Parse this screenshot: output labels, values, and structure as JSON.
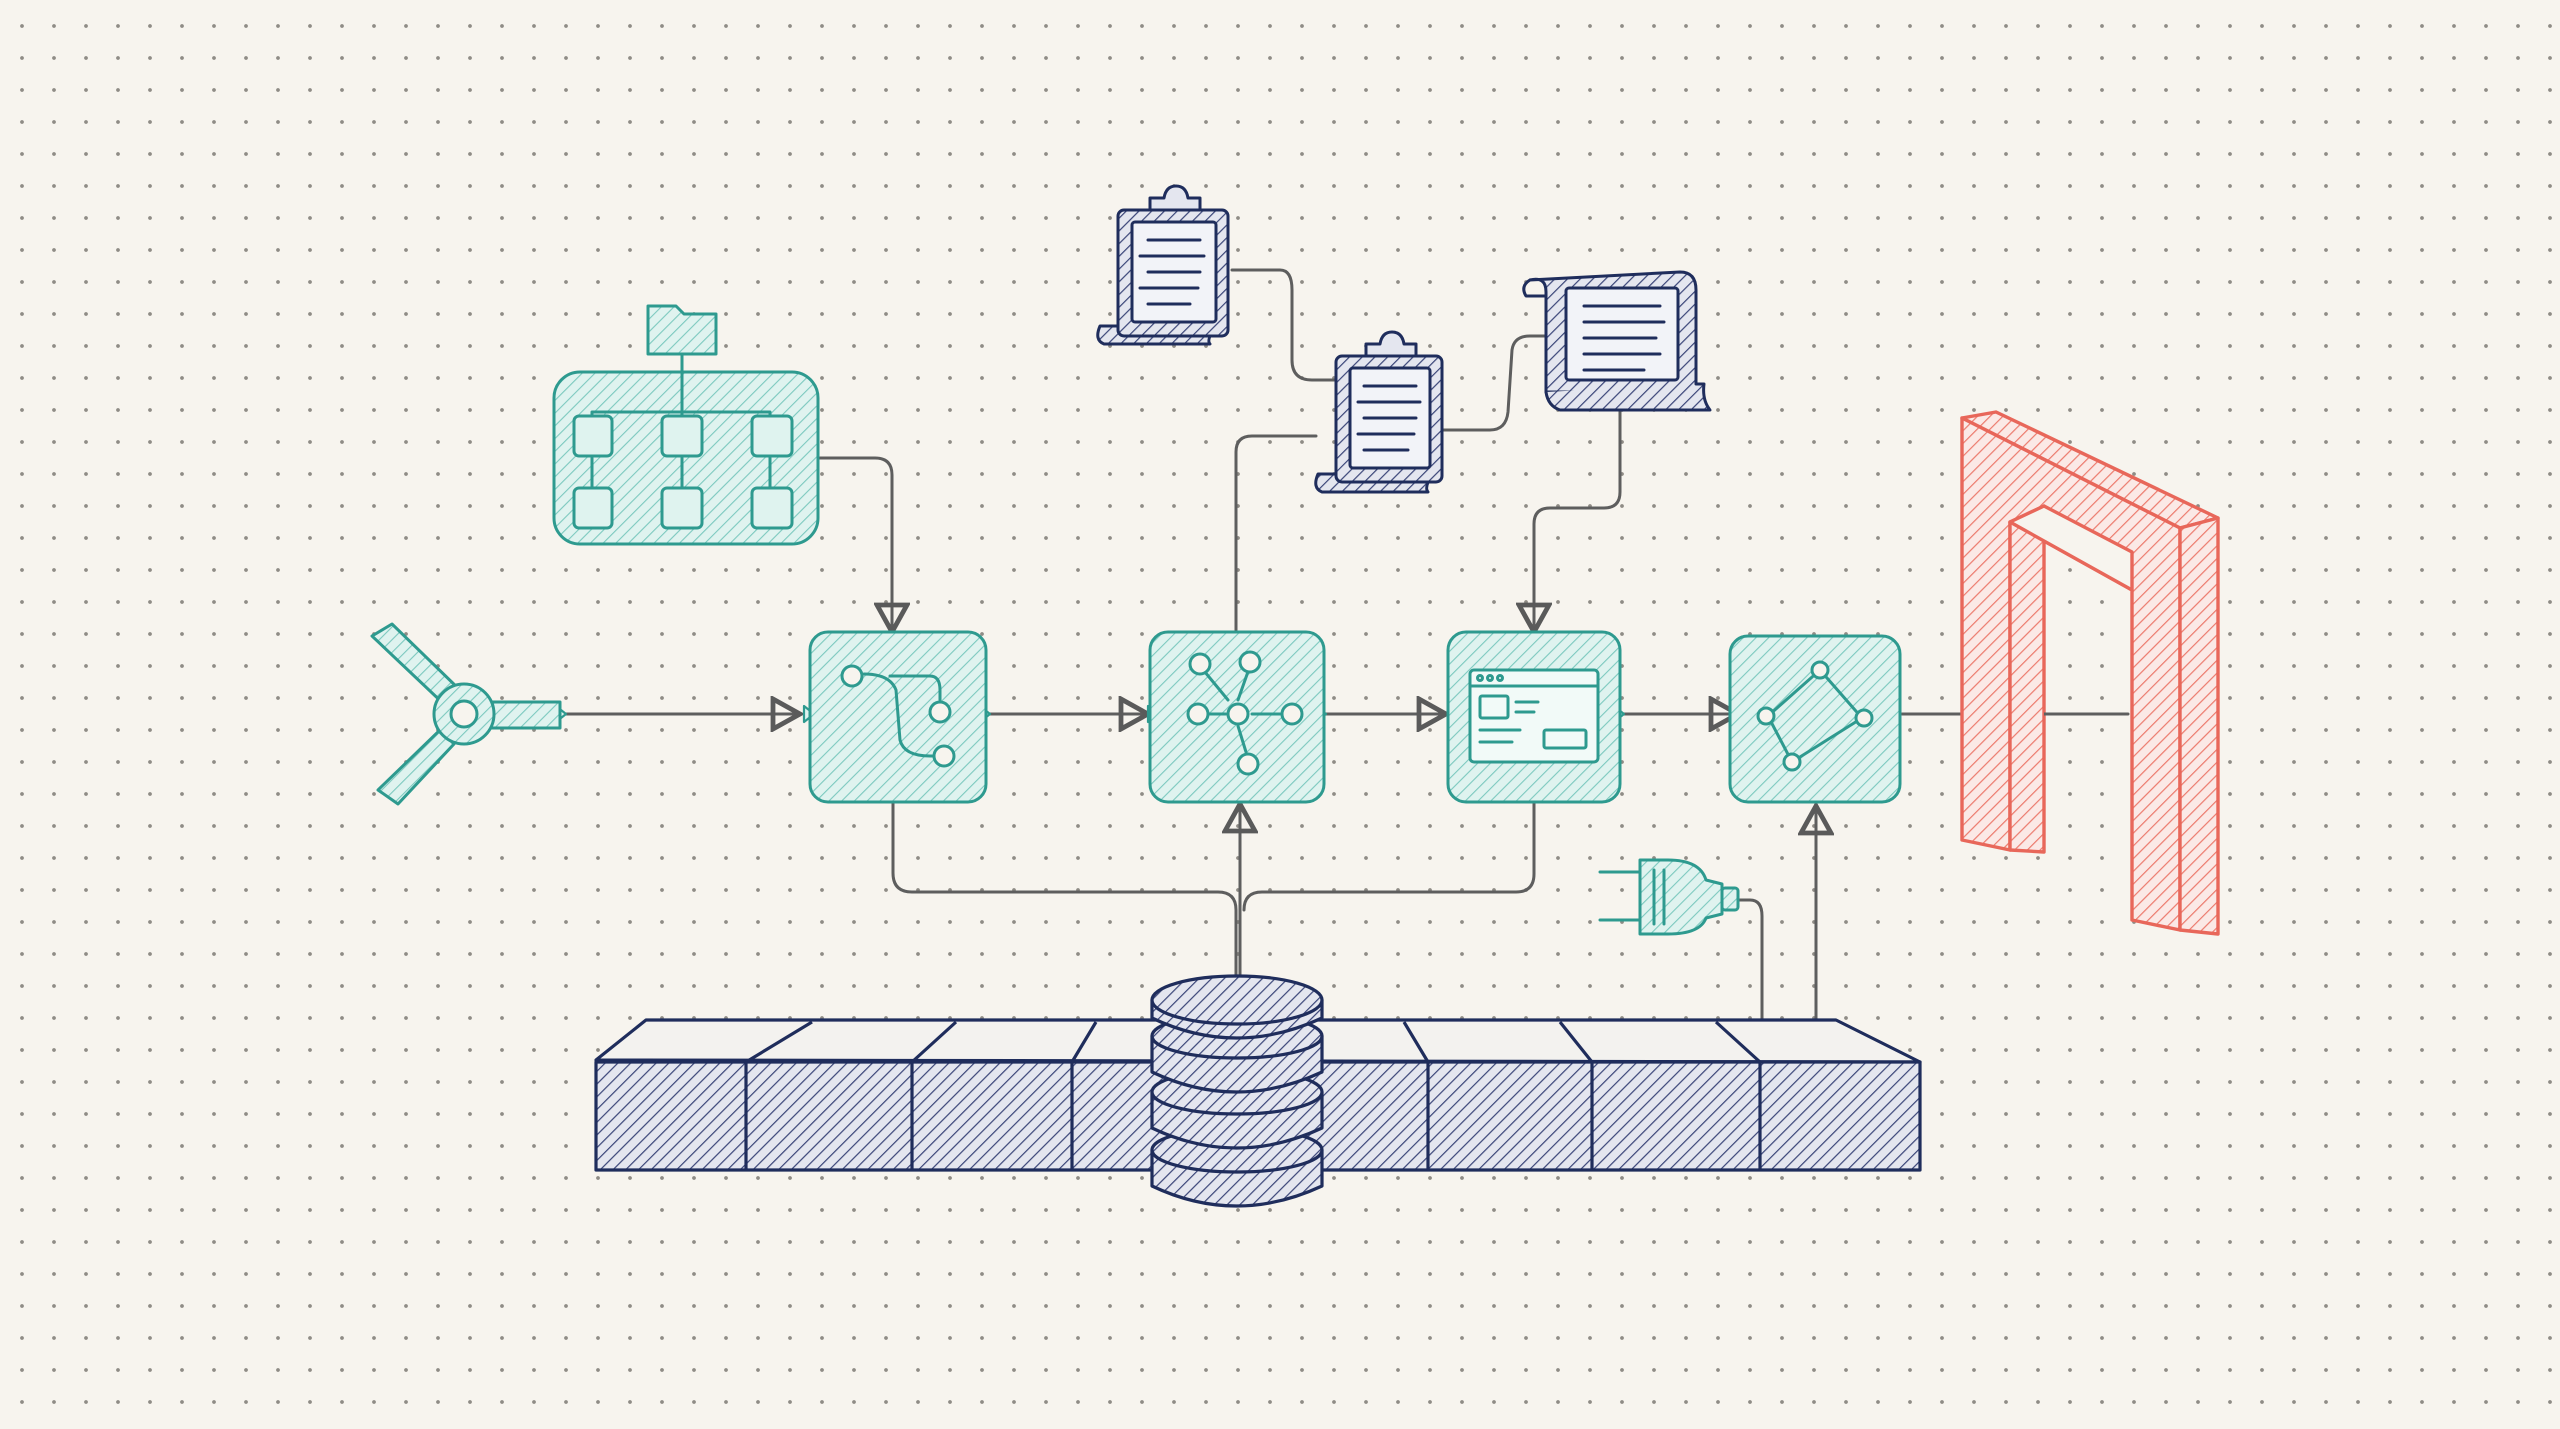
{
  "diagram": {
    "type": "sketch-architecture-flow",
    "colors": {
      "background": "#f7f4ee",
      "teal": "#2e9a8f",
      "teal_hatch": "#8fd1c8",
      "navy": "#1f2d5c",
      "red": "#e8675a",
      "connector": "#5a5a5a"
    },
    "nodes": [
      {
        "id": "source",
        "icon": "pinwheel-source-icon"
      },
      {
        "id": "org-chart",
        "icon": "folder-hierarchy-icon"
      },
      {
        "id": "stage-1",
        "icon": "curved-flow-nodes-icon"
      },
      {
        "id": "stage-2",
        "icon": "branching-nodes-icon"
      },
      {
        "id": "stage-3",
        "icon": "browser-window-icon"
      },
      {
        "id": "stage-4",
        "icon": "diamond-network-icon"
      },
      {
        "id": "gateway",
        "icon": "archway-gateway-icon"
      },
      {
        "id": "doc-1",
        "icon": "clipboard-document-icon"
      },
      {
        "id": "doc-2",
        "icon": "clipboard-document-icon"
      },
      {
        "id": "doc-3",
        "icon": "scroll-document-icon"
      },
      {
        "id": "plug",
        "icon": "power-plug-icon"
      },
      {
        "id": "data-bus",
        "icon": "segmented-bus-icon"
      },
      {
        "id": "database",
        "icon": "database-stack-icon"
      }
    ],
    "edges": [
      {
        "from": "source",
        "to": "stage-1"
      },
      {
        "from": "stage-1",
        "to": "stage-2"
      },
      {
        "from": "stage-2",
        "to": "stage-3"
      },
      {
        "from": "stage-3",
        "to": "stage-4"
      },
      {
        "from": "stage-4",
        "to": "gateway"
      },
      {
        "from": "org-chart",
        "to": "stage-1"
      },
      {
        "from": "doc-1",
        "to": "doc-2"
      },
      {
        "from": "doc-2",
        "to": "doc-3"
      },
      {
        "from": "doc-2",
        "to": "stage-2"
      },
      {
        "from": "doc-3",
        "to": "stage-3"
      },
      {
        "from": "database",
        "to": "stage-1"
      },
      {
        "from": "database",
        "to": "stage-2"
      },
      {
        "from": "database",
        "to": "stage-3"
      },
      {
        "from": "plug",
        "to": "data-bus"
      },
      {
        "from": "data-bus",
        "to": "stage-4"
      }
    ]
  }
}
